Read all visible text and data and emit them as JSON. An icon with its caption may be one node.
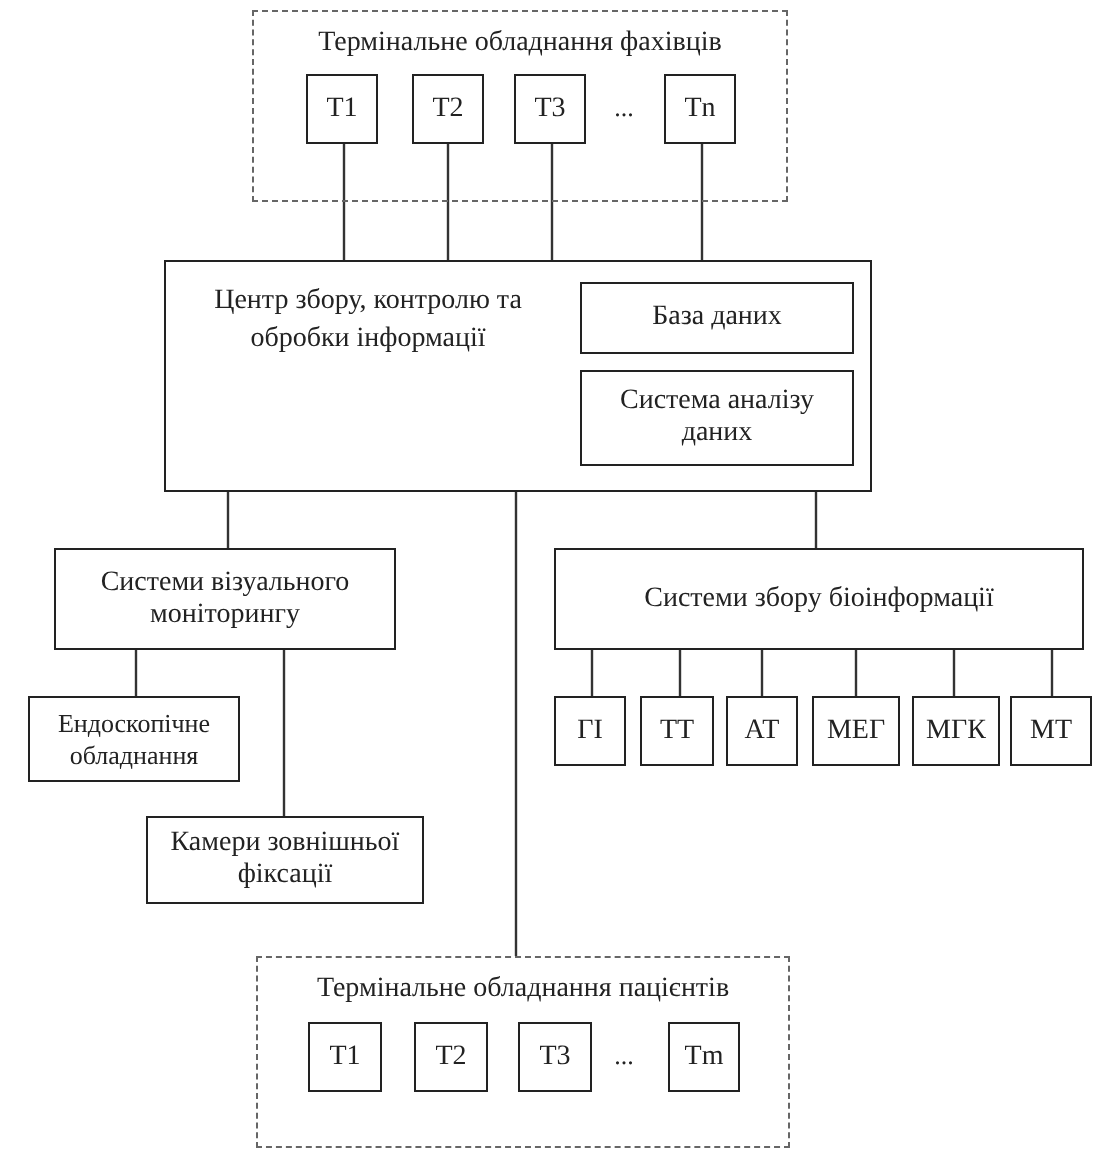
{
  "diagram": {
    "nodes": [
      {
        "text": [
          "Термінальне обладнання фахівців"
        ]
      },
      {
        "text": [
          "Т1"
        ],
        "in": 0
      },
      {
        "text": [
          "Т2"
        ],
        "in": 0
      },
      {
        "text": [
          "Т3"
        ],
        "in": 0
      },
      {
        "text": [
          "Тn"
        ],
        "in": 0
      },
      {
        "text": [
          "Центр збору, контролю та обробки інформації"
        ]
      },
      {
        "text": [
          "База даних"
        ],
        "in": 5
      },
      {
        "text": [
          "Система аналізу даних"
        ],
        "in": 5
      },
      {
        "text": [
          "Системи візуального моніторингу"
        ]
      },
      {
        "text": [
          "Системи збору біоінформації"
        ]
      },
      {
        "text": [
          "Ендоскопічне обладнання"
        ]
      },
      {
        "text": [
          "Камери зовнішньої фіксації"
        ]
      },
      {
        "text": [
          "ГІ"
        ]
      },
      {
        "text": [
          "ТТ"
        ]
      },
      {
        "text": [
          "АТ"
        ]
      },
      {
        "text": [
          "МЕГ"
        ]
      },
      {
        "text": [
          "МГК"
        ]
      },
      {
        "text": [
          "МТ"
        ]
      },
      {
        "text": [
          "Термінальне обладнання пацієнтів"
        ]
      },
      {
        "text": [
          "Т1"
        ],
        "in": 18
      },
      {
        "text": [
          "Т2"
        ],
        "in": 18
      },
      {
        "text": [
          "Т3"
        ],
        "in": 18
      },
      {
        "text": [
          "Тm"
        ],
        "in": 18
      }
    ],
    "edges": [
      {
        "from": 1,
        "to": 5,
        "arrow": "none"
      },
      {
        "from": 2,
        "to": 5,
        "arrow": "none"
      },
      {
        "from": 3,
        "to": 5,
        "arrow": "none"
      },
      {
        "from": 4,
        "to": 5,
        "arrow": "none"
      },
      {
        "from": 5,
        "to": 8,
        "arrow": "none"
      },
      {
        "from": 5,
        "to": 18,
        "arrow": "none"
      },
      {
        "from": 5,
        "to": 9,
        "arrow": "none"
      },
      {
        "from": 8,
        "to": 10,
        "arrow": "none"
      },
      {
        "from": 8,
        "to": 11,
        "arrow": "none"
      },
      {
        "from": 9,
        "to": 12,
        "arrow": "none"
      },
      {
        "from": 9,
        "to": 13,
        "arrow": "none"
      },
      {
        "from": 9,
        "to": 14,
        "arrow": "none"
      },
      {
        "from": 9,
        "to": 15,
        "arrow": "none"
      },
      {
        "from": 9,
        "to": 16,
        "arrow": "none"
      },
      {
        "from": 9,
        "to": 17,
        "arrow": "none"
      }
    ],
    "labels": [
      "...",
      "..."
    ]
  }
}
